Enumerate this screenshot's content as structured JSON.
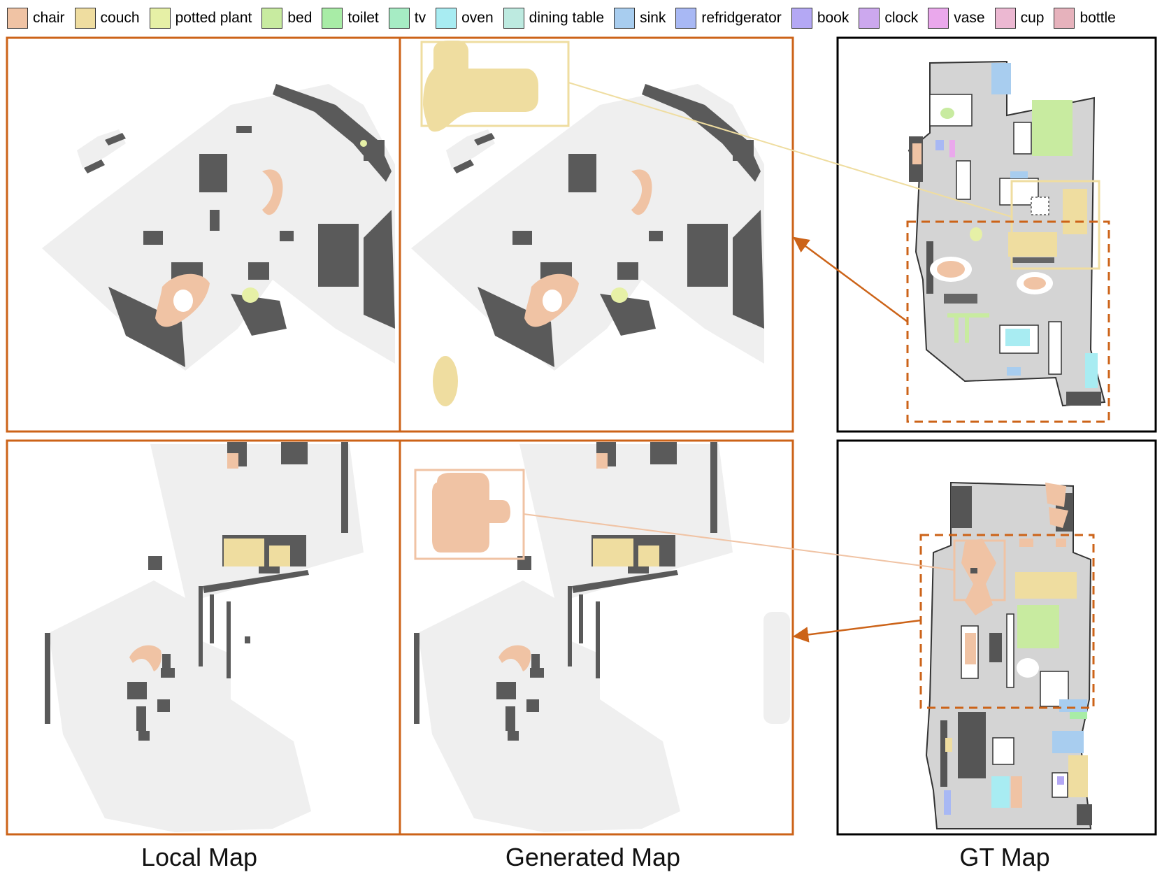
{
  "legend": [
    {
      "label": "chair",
      "color": "#f0c3a4"
    },
    {
      "label": "couch",
      "color": "#efdda0"
    },
    {
      "label": "potted plant",
      "color": "#e6f0a6"
    },
    {
      "label": "bed",
      "color": "#c8eba0"
    },
    {
      "label": "toilet",
      "color": "#a8eca6"
    },
    {
      "label": "tv",
      "color": "#a6ecc4"
    },
    {
      "label": "oven",
      "color": "#a8ecf2"
    },
    {
      "label": "dining table",
      "color": "#bdeae0"
    },
    {
      "label": "sink",
      "color": "#a8cdef"
    },
    {
      "label": "refridgerator",
      "color": "#a8b8f4"
    },
    {
      "label": "book",
      "color": "#b4a8f4"
    },
    {
      "label": "clock",
      "color": "#cca8ee"
    },
    {
      "label": "vase",
      "color": "#eaa8ec"
    },
    {
      "label": "cup",
      "color": "#ecb8d2"
    },
    {
      "label": "bottle",
      "color": "#e6b2bc"
    }
  ],
  "captions": {
    "local": "Local Map",
    "generated": "Generated Map",
    "gt": "GT Map"
  },
  "colors": {
    "highlight_frame": "#cc6318",
    "gt_frame": "#000000",
    "free_space": "#efefef",
    "obstacle": "#5a5a5a",
    "gt_floor": "#d4d4d4"
  }
}
